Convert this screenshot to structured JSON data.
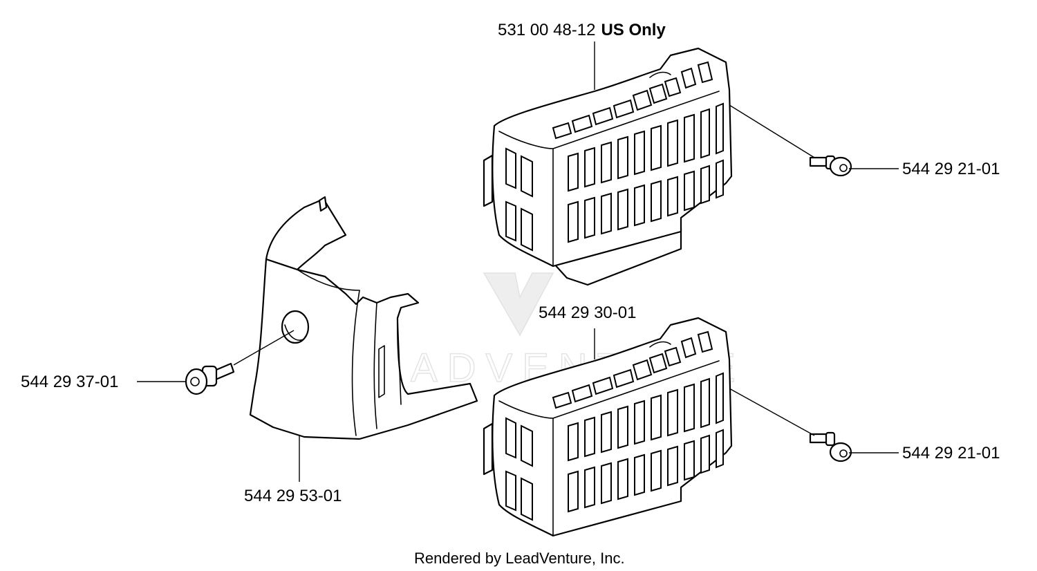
{
  "parts": [
    {
      "id": "cover-us",
      "part_number": "531 00 48-12",
      "note": "US Only"
    },
    {
      "id": "screw-upper",
      "part_number": "544 29 21-01"
    },
    {
      "id": "cover-lower",
      "part_number": "544 29 30-01"
    },
    {
      "id": "screw-lower",
      "part_number": "544 29 21-01"
    },
    {
      "id": "screw-left",
      "part_number": "544 29 37-01"
    },
    {
      "id": "cylinder-cover",
      "part_number": "544 29 53-01"
    }
  ],
  "watermark": {
    "text": "LEADVENTURE"
  },
  "footer": {
    "text": "Rendered by LeadVenture, Inc."
  }
}
